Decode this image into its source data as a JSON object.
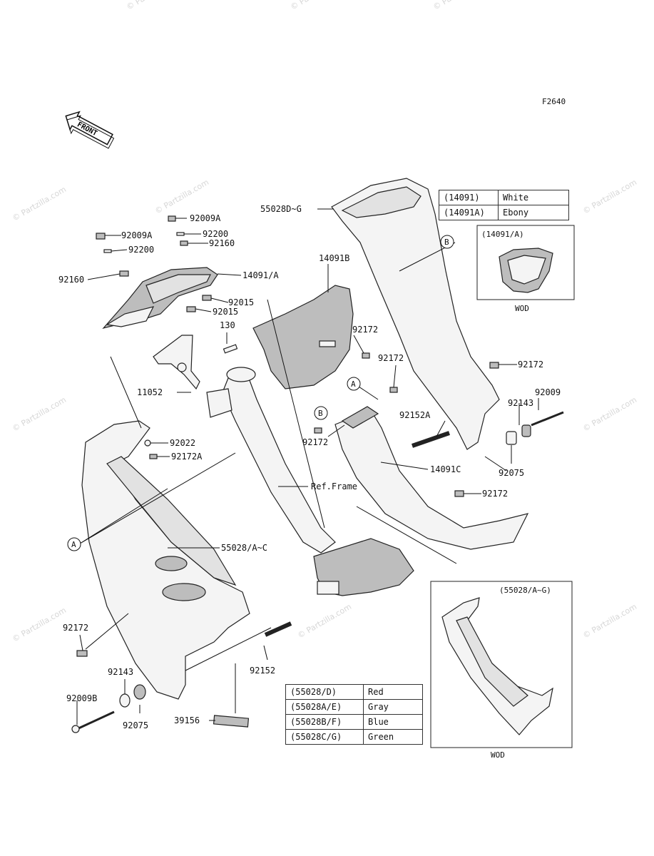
{
  "figure_code": "F2640",
  "front_label": "FRONT",
  "watermark": "© Partzilla.com",
  "callouts": {
    "p92009A_top": "92009A",
    "p92009A_left": "92009A",
    "p92200_a": "92200",
    "p92200_b": "92200",
    "p92160_a": "92160",
    "p92160_b": "92160",
    "p14091A": "14091/A",
    "p92015_a": "92015",
    "p92015_b": "92015",
    "p130": "130",
    "p11052": "11052",
    "p92022": "92022",
    "p92172A": "92172A",
    "p55028DG": "55028D~G",
    "p14091B": "14091B",
    "p92172_a": "92172",
    "p92172_b": "92172",
    "p92172_c": "92172",
    "p92172_d": "92172",
    "p92172_e": "92172",
    "p92172_f": "92172",
    "p92009": "92009",
    "p92143_a": "92143",
    "p92152A": "92152A",
    "p92075_a": "92075",
    "p14091C": "14091C",
    "ref_frame": "Ref.Frame",
    "p55028AC": "55028/A~C",
    "p92143_b": "92143",
    "p92009B": "92009B",
    "p92075_b": "92075",
    "p92152": "92152",
    "p39156": "39156",
    "ref_A": "A",
    "ref_B": "B"
  },
  "color_table_top": [
    {
      "code": "(14091)",
      "color": "White"
    },
    {
      "code": "(14091A)",
      "color": "Ebony"
    }
  ],
  "inset_top": {
    "title": "(14091/A)",
    "caption": "WOD"
  },
  "color_table_bottom": [
    {
      "code": "(55028/D)",
      "color": "Red"
    },
    {
      "code": "(55028A/E)",
      "color": "Gray"
    },
    {
      "code": "(55028B/F)",
      "color": "Blue"
    },
    {
      "code": "(55028C/G)",
      "color": "Green"
    }
  ],
  "inset_bottom": {
    "title": "(55028/A~G)",
    "caption": "WOD"
  }
}
